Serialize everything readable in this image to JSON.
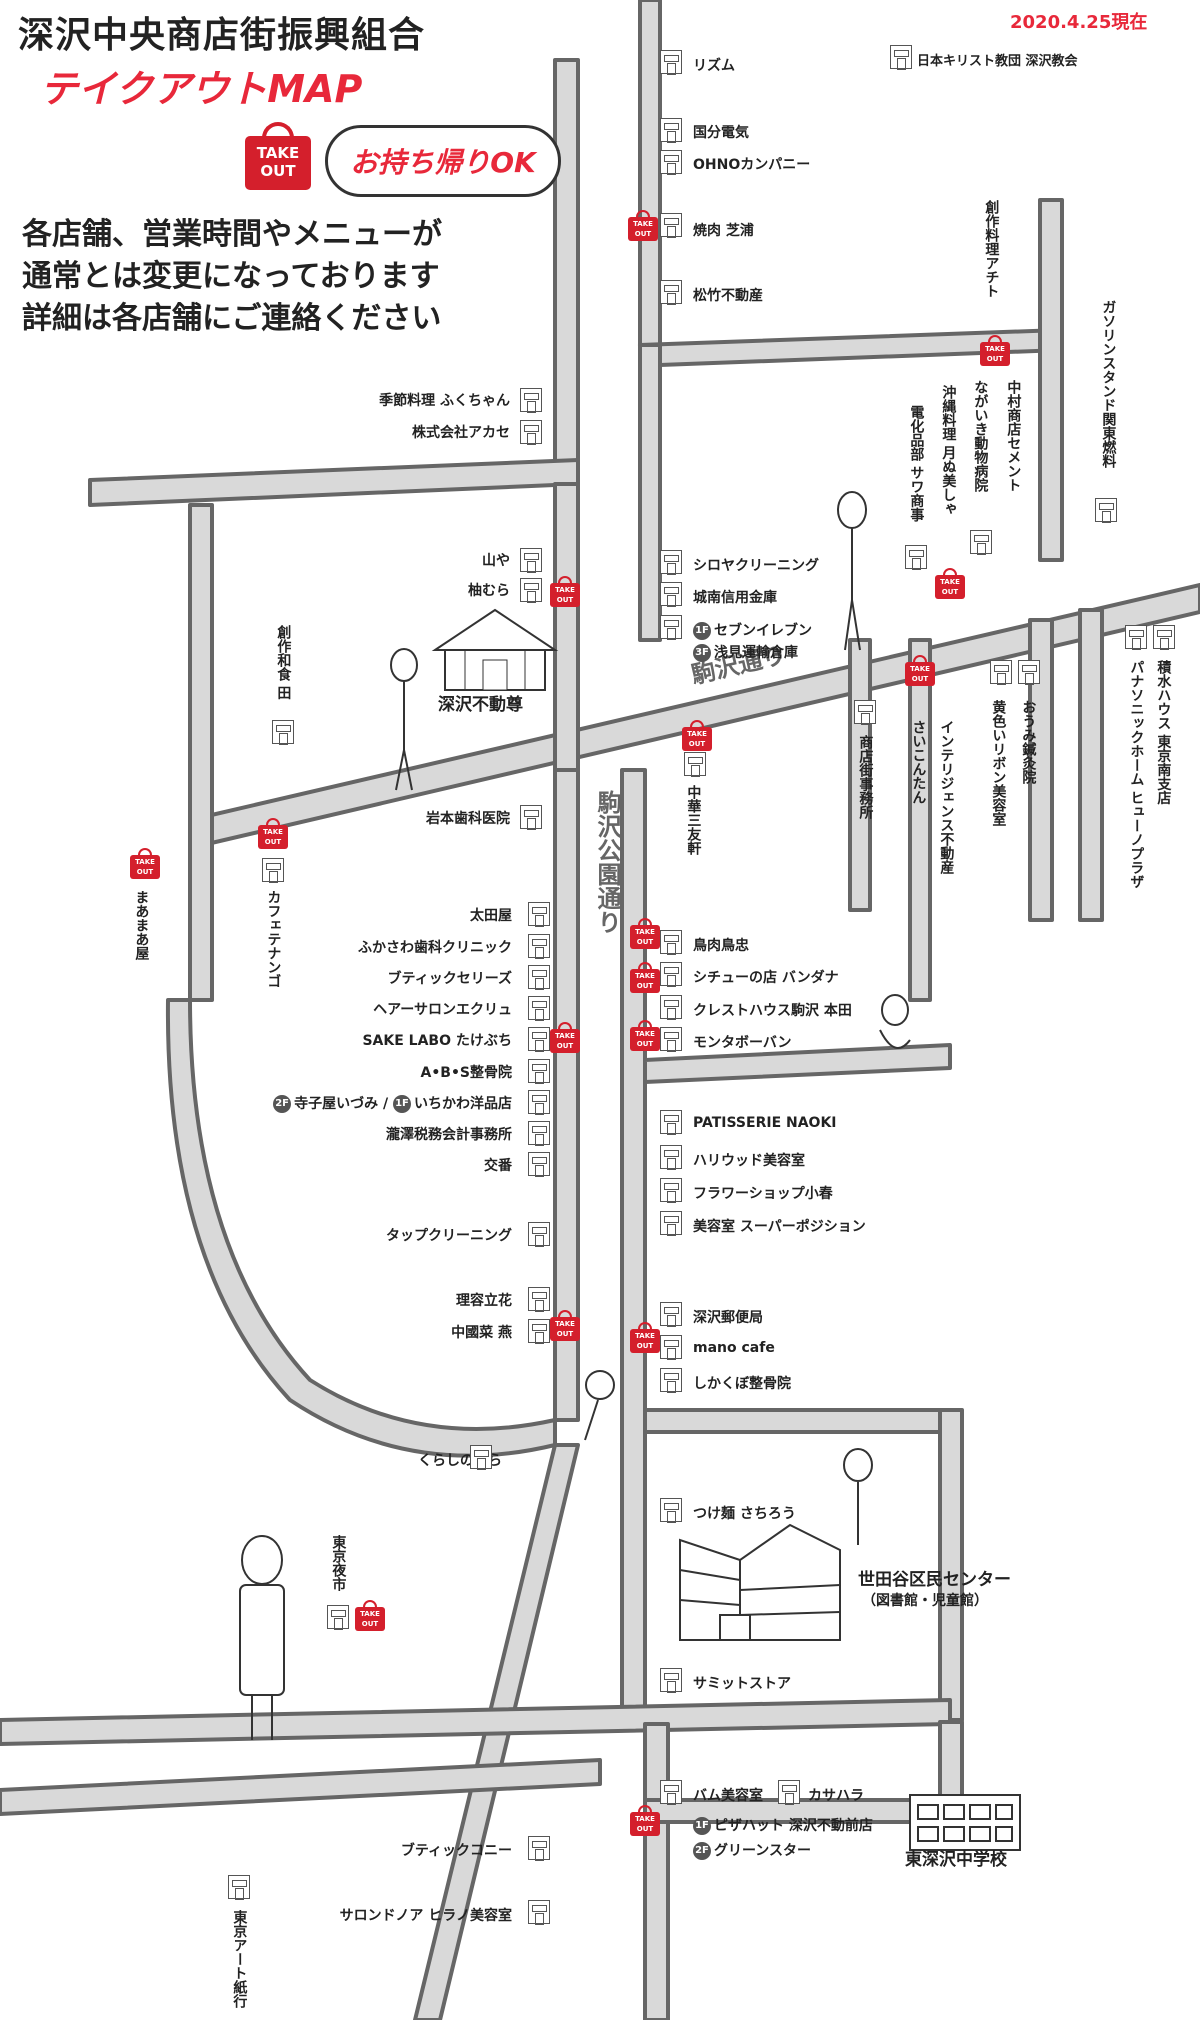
{
  "title": "深沢中央商店街振興組合",
  "subtitle": "テイクアウトMAP",
  "date": "2020.4.25現在",
  "takeout_ok": "お持ち帰りOK",
  "takeout_bag_text": "TAKE OUT",
  "notice": [
    "各店舗、営業時間やメニューが",
    "通常とは変更になっております",
    "詳細は各店舗にご連絡ください"
  ],
  "road_names": {
    "komazawa_dori": "駒沢通り",
    "komazawa_koen_dori": "駒沢公園通り"
  },
  "shops_left": {
    "fukuchan": "季節料理 ふくちゃん",
    "akase": "株式会社アカセ",
    "yamaya": "山や",
    "yuzumura": "柚むら",
    "fukasawa_fudouson": "深沢不動尊",
    "sousaku_wasyoku_den": "創作和食 田",
    "iwamoto": "岩本歯科医院",
    "cafe_tenango": "カフェテナンゴ",
    "maamaaya": "まあまあ屋",
    "otaya": "太田屋",
    "fukasawa_clinic": "ふかさわ歯科クリニック",
    "celeries": "ブティックセリーズ",
    "ecrit": "ヘアーサロンエクリュ",
    "sake_labo": "SAKE LABO たけぶち",
    "abs": "A•B•S整骨院",
    "terakoya_label": "寺子屋いづみ",
    "terakoya_floor": "2F",
    "ichikawa_label": "いちかわ洋品店",
    "ichikawa_floor": "1F",
    "takizawa": "瀧澤税務会計事務所",
    "koban": "交番",
    "tap_cleaning": "タップクリーニング",
    "riyou_tachibana": "理容立花",
    "chugoku_tsubame": "中國菜 燕",
    "kurashi": "くらしのくら",
    "tokyo_yoichi": "東京夜市",
    "boutique_connie": "ブティックコニー",
    "salon_noa": "サロンドノア ヒラノ美容室",
    "tokyo_art": "東京アート紙行"
  },
  "shops_right": {
    "rhythm": "リズム",
    "church": "日本キリスト教団 深沢教会",
    "kokubun": "国分電気",
    "ohno": "OHNOカンパニー",
    "yakiniku_shiba": "焼肉 芝浦",
    "matsutake": "松竹不動産",
    "sousaku_achito": "創作料理アチト",
    "gasoline": "ガソリンスタンド関東燃料",
    "nakamura": "中村商店セメント",
    "nagaiki": "ながいき動物病院",
    "okinawa": "沖縄料理 月ぬ美しゃ",
    "sawa": "電化品部 サワ商事",
    "shiroya": "シロヤクリーニング",
    "jonan": "城南信用金庫",
    "seven_label": "セブンイレブン",
    "seven_floor": "1F",
    "asami_label": "浅見運輸倉庫",
    "asami_floor": "3F",
    "chuka_sanyuken": "中華三友軒",
    "shoutengai": "商店街事務所",
    "saikontan": "さいこんたん",
    "intelligence": "インテリジェンス不動産",
    "kiiro_ribbon": "黄色いリボン美容室",
    "oumi": "おうみ鍼灸院",
    "sekisui": "積水ハウス 東京南支店",
    "panasonic": "パナソニックホーム ヒューノプラザ",
    "toriniku": "鳥肉鳥忠",
    "stew": "シチューの店 バンダナ",
    "crest": "クレストハウス駒沢 本田",
    "monta": "モンタボーバン",
    "naoki": "PATISSERIE NAOKI",
    "hollywood": "ハリウッド美容室",
    "flower": "フラワーショップ小春",
    "super_position": "美容室 スーパーポジション",
    "post": "深沢郵便局",
    "mano": "mano cafe",
    "shikakubo": "しかくぼ整骨院",
    "tsukemen": "つけ麺 さちろう",
    "kumin_center": "世田谷区民センター",
    "kumin_sub": "（図書館・児童館）",
    "summit": "サミットストア",
    "bam": "バム美容室",
    "kasahara": "カサハラ",
    "pizza_label": "ピザハット 深沢不動前店",
    "pizza_floor": "1F",
    "green_label": "グリーンスター",
    "green_floor": "2F",
    "school": "東深沢中学校"
  }
}
